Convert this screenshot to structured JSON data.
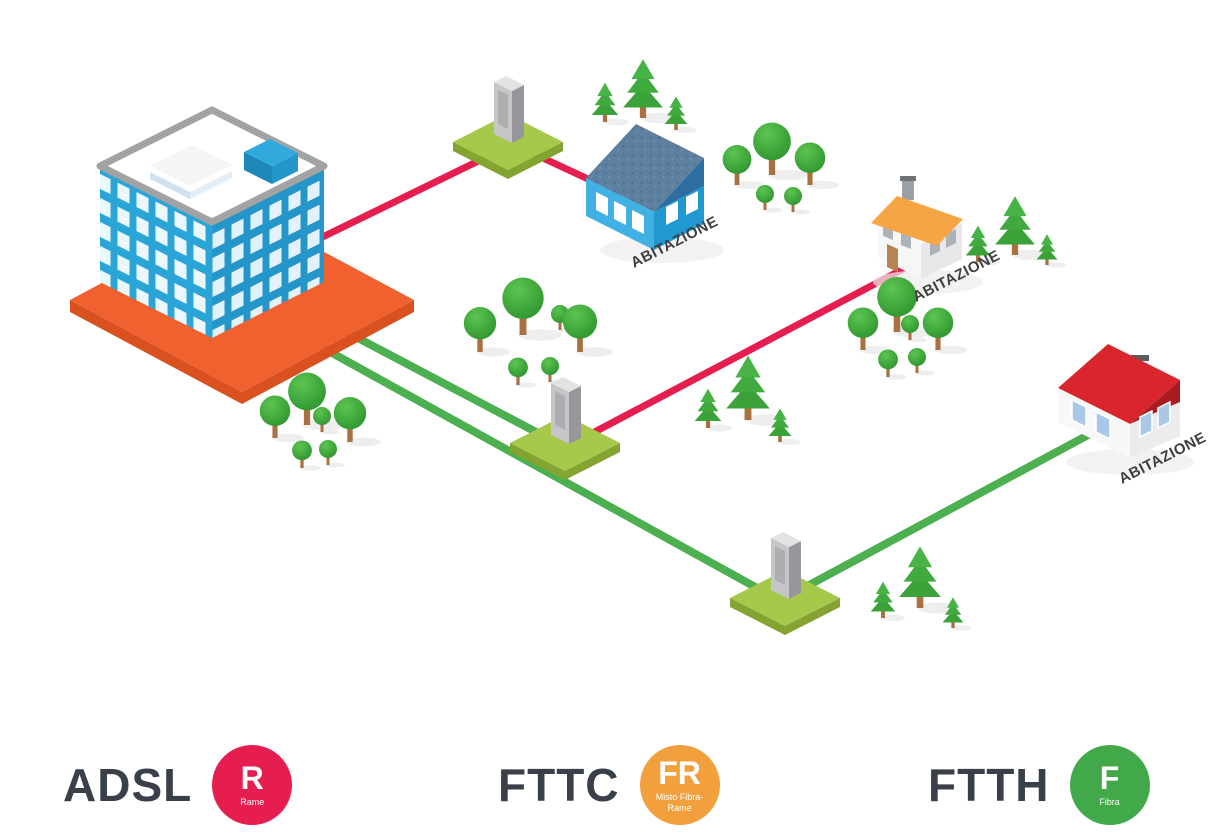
{
  "diagram": {
    "house_labels": [
      "ABITAZIONE",
      "ABITAZIONE",
      "ABITAZIONE"
    ]
  },
  "legend": {
    "items": [
      {
        "tech": "ADSL",
        "badge": "R",
        "caption": "Rame",
        "color": "#E61E50"
      },
      {
        "tech": "FTTC",
        "badge": "FR",
        "caption": "Misto Fibra-Rame",
        "color": "#F2A03D"
      },
      {
        "tech": "FTTH",
        "badge": "F",
        "caption": "Fibra",
        "color": "#42A94A"
      }
    ]
  },
  "colors": {
    "copper_line": "#E61E50",
    "fiber_line": "#4CAF50",
    "exchange_platform": "#F1612F",
    "exchange_platform_side": "#D9511F",
    "cabinet_platform": "#A6C84B",
    "legend_text": "#3A4049"
  }
}
